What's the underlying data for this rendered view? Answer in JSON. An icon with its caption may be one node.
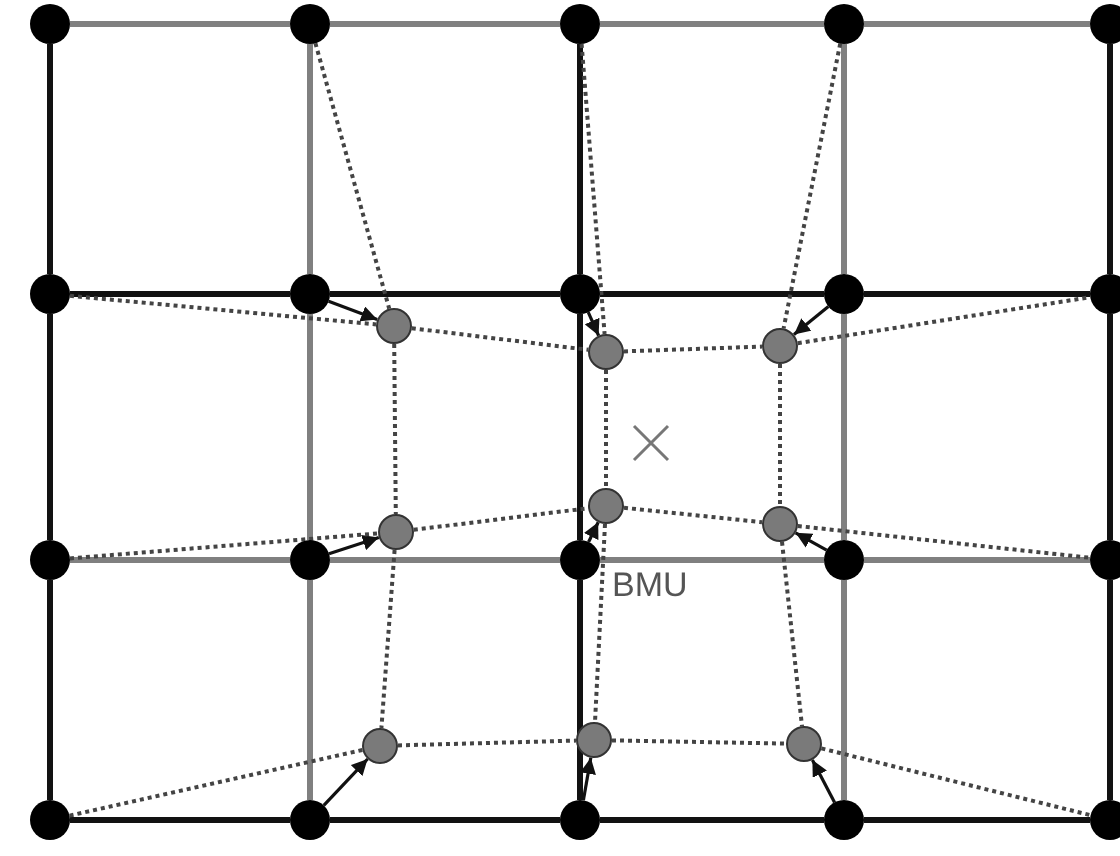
{
  "diagram": {
    "nodes": [
      {
        "text": [],
        "shape": "circle"
      },
      {
        "text": [],
        "shape": "circle"
      },
      {
        "text": [],
        "shape": "circle"
      },
      {
        "text": [],
        "shape": "circle"
      },
      {
        "text": [],
        "shape": "circle"
      },
      {
        "text": [],
        "shape": "circle"
      },
      {
        "text": [],
        "shape": "circle"
      },
      {
        "text": [],
        "shape": "circle"
      },
      {
        "text": [],
        "shape": "circle"
      },
      {
        "text": [],
        "shape": "circle"
      },
      {
        "text": [],
        "shape": "circle"
      },
      {
        "text": [],
        "shape": "circle"
      },
      {
        "text": [],
        "shape": "circle"
      },
      {
        "text": [],
        "shape": "circle"
      },
      {
        "text": [],
        "shape": "circle"
      },
      {
        "text": [],
        "shape": "circle"
      },
      {
        "text": [],
        "shape": "circle"
      },
      {
        "text": [],
        "shape": "circle"
      },
      {
        "text": [],
        "shape": "circle"
      },
      {
        "text": [],
        "shape": "circle"
      },
      {
        "text": [],
        "shape": "circle"
      },
      {
        "text": [],
        "shape": "circle"
      },
      {
        "text": [],
        "shape": "circle"
      },
      {
        "text": [],
        "shape": "circle"
      },
      {
        "text": [],
        "shape": "circle"
      },
      {
        "text": [],
        "shape": "circle"
      },
      {
        "text": [],
        "shape": "circle"
      },
      {
        "text": [],
        "shape": "circle"
      },
      {
        "text": [],
        "shape": "circle"
      }
    ],
    "edges": [
      {
        "from": 0,
        "to": 1,
        "arrow": "none",
        "color": "#808080"
      },
      {
        "from": 1,
        "to": 2,
        "arrow": "none",
        "color": "#808080"
      },
      {
        "from": 2,
        "to": 3,
        "arrow": "none",
        "color": "#808080"
      },
      {
        "from": 3,
        "to": 4,
        "arrow": "none",
        "color": "#808080"
      },
      {
        "from": 5,
        "to": 6,
        "arrow": "none"
      },
      {
        "from": 6,
        "to": 7,
        "arrow": "none"
      },
      {
        "from": 7,
        "to": 8,
        "arrow": "none"
      },
      {
        "from": 8,
        "to": 9,
        "arrow": "none"
      },
      {
        "from": 10,
        "to": 11,
        "arrow": "none",
        "color": "#808080"
      },
      {
        "from": 11,
        "to": 12,
        "arrow": "none",
        "color": "#808080"
      },
      {
        "from": 12,
        "to": 13,
        "arrow": "none",
        "color": "#808080"
      },
      {
        "from": 13,
        "to": 14,
        "arrow": "none",
        "color": "#808080"
      },
      {
        "from": 15,
        "to": 16,
        "arrow": "none"
      },
      {
        "from": 16,
        "to": 17,
        "arrow": "none"
      },
      {
        "from": 17,
        "to": 18,
        "arrow": "none"
      },
      {
        "from": 18,
        "to": 19,
        "arrow": "none"
      },
      {
        "from": 0,
        "to": 5,
        "arrow": "none"
      },
      {
        "from": 5,
        "to": 10,
        "arrow": "none"
      },
      {
        "from": 10,
        "to": 15,
        "arrow": "none"
      },
      {
        "from": 1,
        "to": 6,
        "arrow": "none",
        "color": "#808080"
      },
      {
        "from": 6,
        "to": 11,
        "arrow": "none",
        "color": "#808080"
      },
      {
        "from": 11,
        "to": 16,
        "arrow": "none",
        "color": "#808080"
      },
      {
        "from": 2,
        "to": 7,
        "arrow": "none"
      },
      {
        "from": 7,
        "to": 12,
        "arrow": "none"
      },
      {
        "from": 12,
        "to": 17,
        "arrow": "none"
      },
      {
        "from": 3,
        "to": 8,
        "arrow": "none",
        "color": "#808080"
      },
      {
        "from": 8,
        "to": 13,
        "arrow": "none",
        "color": "#808080"
      },
      {
        "from": 13,
        "to": 18,
        "arrow": "none",
        "color": "#808080"
      },
      {
        "from": 4,
        "to": 9,
        "arrow": "none"
      },
      {
        "from": 9,
        "to": 14,
        "arrow": "none"
      },
      {
        "from": 14,
        "to": 19,
        "arrow": "none"
      },
      {
        "from": 6,
        "to": 20,
        "arrow": "to"
      },
      {
        "from": 7,
        "to": 21,
        "arrow": "to"
      },
      {
        "from": 8,
        "to": 22,
        "arrow": "to"
      },
      {
        "from": 11,
        "to": 23,
        "arrow": "to"
      },
      {
        "from": 12,
        "to": 24,
        "arrow": "to"
      },
      {
        "from": 13,
        "to": 25,
        "arrow": "to"
      },
      {
        "from": 16,
        "to": 26,
        "arrow": "to"
      },
      {
        "from": 17,
        "to": 27,
        "arrow": "to"
      },
      {
        "from": 18,
        "to": 28,
        "arrow": "to"
      },
      {
        "from": 1,
        "to": 20,
        "arrow": "none",
        "style": "dashed"
      },
      {
        "from": 2,
        "to": 21,
        "arrow": "none",
        "style": "dashed"
      },
      {
        "from": 3,
        "to": 22,
        "arrow": "none",
        "style": "dashed"
      },
      {
        "from": 5,
        "to": 20,
        "arrow": "none",
        "style": "dashed"
      },
      {
        "from": 10,
        "to": 23,
        "arrow": "none",
        "style": "dashed"
      },
      {
        "from": 15,
        "to": 26,
        "arrow": "none",
        "style": "dashed"
      },
      {
        "from": 22,
        "to": 9,
        "arrow": "none",
        "style": "dashed"
      },
      {
        "from": 25,
        "to": 14,
        "arrow": "none",
        "style": "dashed"
      },
      {
        "from": 28,
        "to": 19,
        "arrow": "none",
        "style": "dashed"
      },
      {
        "from": 20,
        "to": 21,
        "arrow": "none",
        "style": "dashed"
      },
      {
        "from": 21,
        "to": 22,
        "arrow": "none",
        "style": "dashed"
      },
      {
        "from": 23,
        "to": 24,
        "arrow": "none",
        "style": "dashed"
      },
      {
        "from": 24,
        "to": 25,
        "arrow": "none",
        "style": "dashed"
      },
      {
        "from": 26,
        "to": 27,
        "arrow": "none",
        "style": "dashed"
      },
      {
        "from": 27,
        "to": 28,
        "arrow": "none",
        "style": "dashed"
      },
      {
        "from": 20,
        "to": 23,
        "arrow": "none",
        "style": "dashed"
      },
      {
        "from": 23,
        "to": 26,
        "arrow": "none",
        "style": "dashed"
      },
      {
        "from": 21,
        "to": 24,
        "arrow": "none",
        "style": "dashed"
      },
      {
        "from": 24,
        "to": 27,
        "arrow": "none",
        "style": "dashed"
      },
      {
        "from": 22,
        "to": 25,
        "arrow": "none",
        "style": "dashed"
      },
      {
        "from": 25,
        "to": 28,
        "arrow": "none",
        "style": "dashed"
      }
    ],
    "labels": [
      "BMU"
    ]
  }
}
